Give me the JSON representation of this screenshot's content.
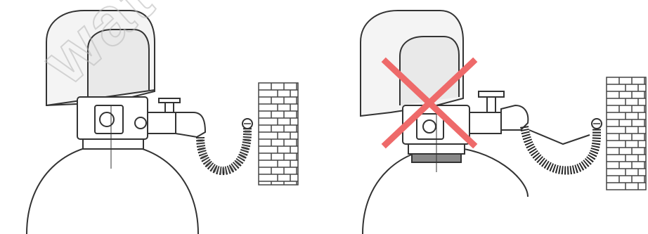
{
  "watermark": {
    "text": "wate"
  },
  "panels": [
    {
      "id": "correct",
      "cross_mark": false
    },
    {
      "id": "incorrect",
      "cross_mark": true,
      "cross_color": "#ee6a6a"
    }
  ],
  "colors": {
    "line": "#333333",
    "brick": "#444444",
    "hose": "#2a2a2a",
    "cover_shade": "#e6e6e6",
    "cross": "#ee6a6a",
    "watermark": "#b8b8b8"
  }
}
